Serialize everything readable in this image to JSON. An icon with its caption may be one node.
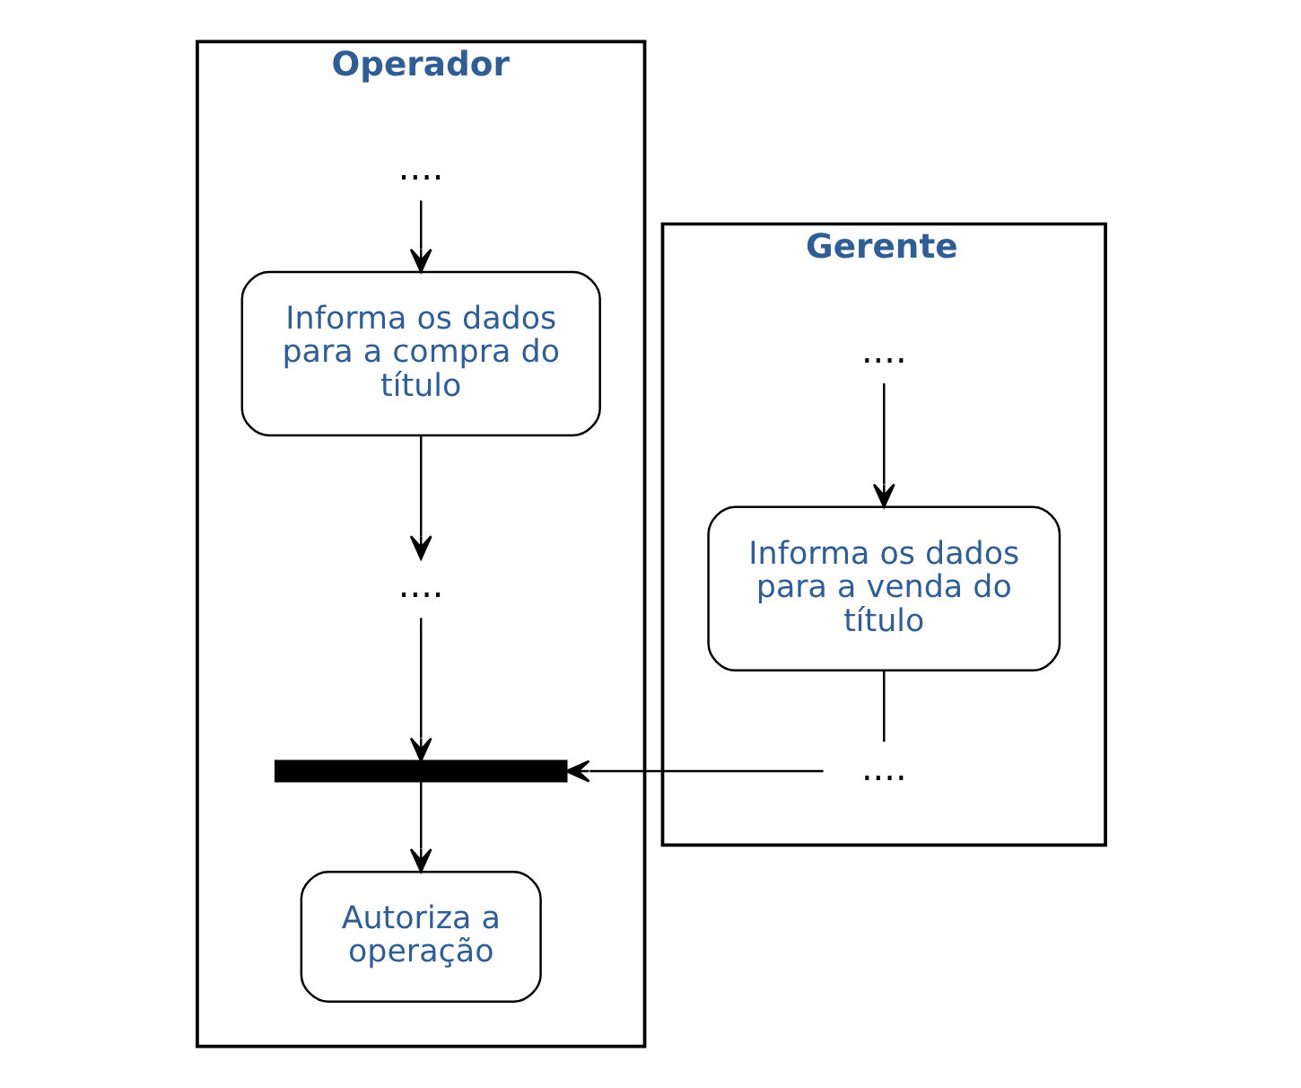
{
  "diagram": {
    "nodes": [
      {
        "text": [
          "Operador"
        ]
      },
      {
        "text": [
          "...."
        ],
        "in": 0
      },
      {
        "text": [
          "Informa os dados para a compra do título"
        ],
        "in": 0
      },
      {
        "text": [
          "...."
        ],
        "in": 0
      },
      {
        "text": [],
        "shape": "bar",
        "in": 0
      },
      {
        "text": [
          "Autoriza a operação"
        ],
        "in": 0
      },
      {
        "text": [
          "Gerente"
        ]
      },
      {
        "text": [
          "...."
        ],
        "in": 6
      },
      {
        "text": [
          "Informa os dados para a venda do título"
        ],
        "in": 6
      },
      {
        "text": [
          "...."
        ],
        "in": 6
      }
    ],
    "edges": [
      {
        "from": 1,
        "to": 2,
        "arrow": "to"
      },
      {
        "from": 2,
        "to": 3,
        "arrow": "to"
      },
      {
        "from": 3,
        "to": 4,
        "arrow": "to"
      },
      {
        "from": 4,
        "to": 5,
        "arrow": "to"
      },
      {
        "from": 7,
        "to": 8,
        "arrow": "to"
      },
      {
        "from": 8,
        "to": 9,
        "arrow": "none"
      },
      {
        "from": 9,
        "to": 4,
        "arrow": "to"
      }
    ]
  }
}
